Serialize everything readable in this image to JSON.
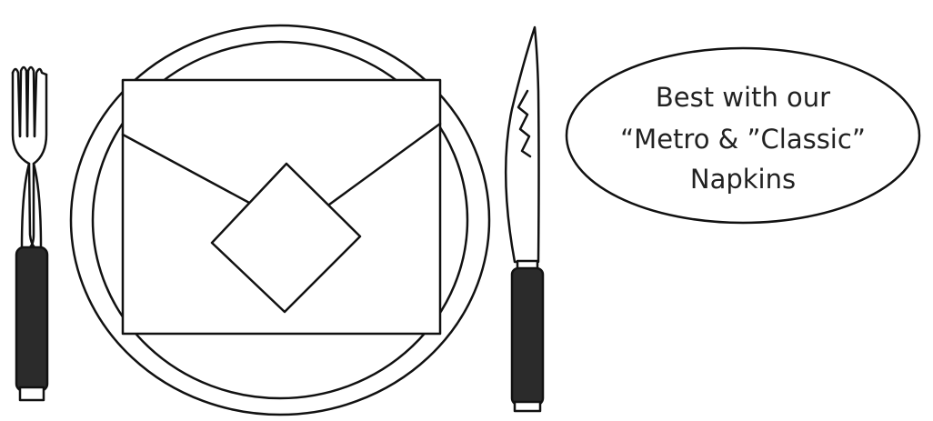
{
  "callout": {
    "line1": "Best with our",
    "line2": "“Metro & ”Classic”",
    "line3": "Napkins"
  },
  "colors": {
    "ink": "#111111",
    "handle": "#2b2b2b",
    "background": "#ffffff"
  },
  "icons": {
    "fork": "fork-icon",
    "knife": "knife-icon",
    "plate": "plate-icon",
    "napkin": "napkin-icon"
  }
}
